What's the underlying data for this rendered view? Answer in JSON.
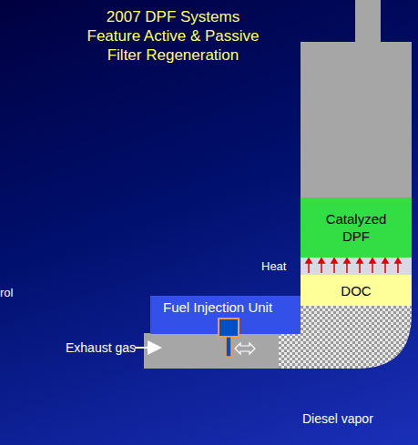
{
  "diagram": {
    "title": "2007 DPF Systems Feature Active & Passive Filter Regeneration",
    "nodes": [
      {
        "text": [
          "Catalyzed DPF"
        ]
      },
      {
        "text": [
          "DOC"
        ]
      },
      {
        "text": [
          "Fuel Injection Unit"
        ]
      }
    ],
    "labels": [
      "Heat",
      "rol",
      "Exhaust gas",
      "Diesel vapor"
    ]
  }
}
